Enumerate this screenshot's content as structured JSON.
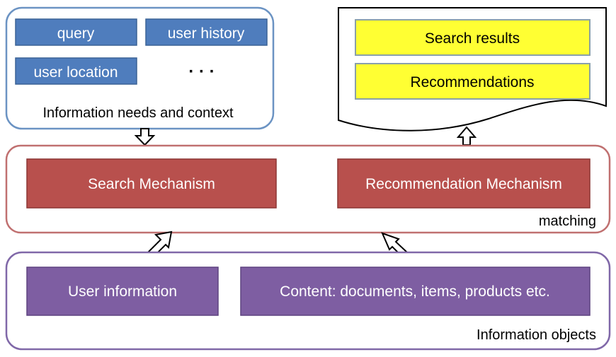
{
  "context_group": {
    "label": "Information needs and context",
    "items": [
      "query",
      "user history",
      "user location"
    ],
    "ellipsis": "· · ·"
  },
  "output_document": {
    "items": [
      "Search results",
      "Recommendations"
    ]
  },
  "matching_group": {
    "label": "matching",
    "search_mechanism": "Search Mechanism",
    "recommendation_mechanism": "Recommendation Mechanism"
  },
  "objects_group": {
    "label": "Information objects",
    "user_information": "User information",
    "content": "Content: documents, items, products etc."
  },
  "colors": {
    "context_border": "#6b93c3",
    "context_box_fill": "#4f7dbd",
    "context_box_border": "#3c6396",
    "output_fill": "#ffff33",
    "output_border": "#8aa0a8",
    "matching_border": "#c07070",
    "mechanism_fill": "#b8504d",
    "mechanism_border": "#8c3634",
    "objects_border": "#8068a8",
    "objects_box_fill": "#7e5ea2",
    "objects_box_border": "#5e4380"
  }
}
